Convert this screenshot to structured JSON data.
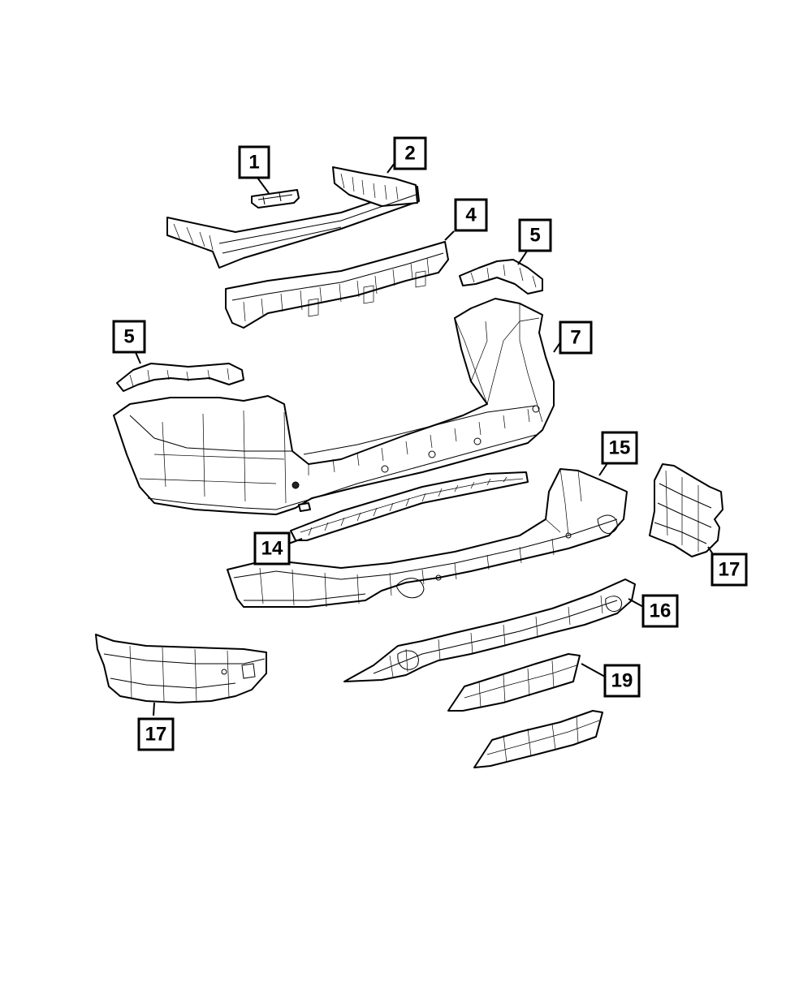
{
  "diagram": {
    "callouts": [
      {
        "id": "c1",
        "label": "1"
      },
      {
        "id": "c2",
        "label": "2"
      },
      {
        "id": "c4",
        "label": "4"
      },
      {
        "id": "c5a",
        "label": "5"
      },
      {
        "id": "c5b",
        "label": "5"
      },
      {
        "id": "c7",
        "label": "7"
      },
      {
        "id": "c15",
        "label": "15"
      },
      {
        "id": "c14",
        "label": "14"
      },
      {
        "id": "c17a",
        "label": "17"
      },
      {
        "id": "c16",
        "label": "16"
      },
      {
        "id": "c19",
        "label": "19"
      },
      {
        "id": "c17b",
        "label": "17"
      }
    ]
  }
}
